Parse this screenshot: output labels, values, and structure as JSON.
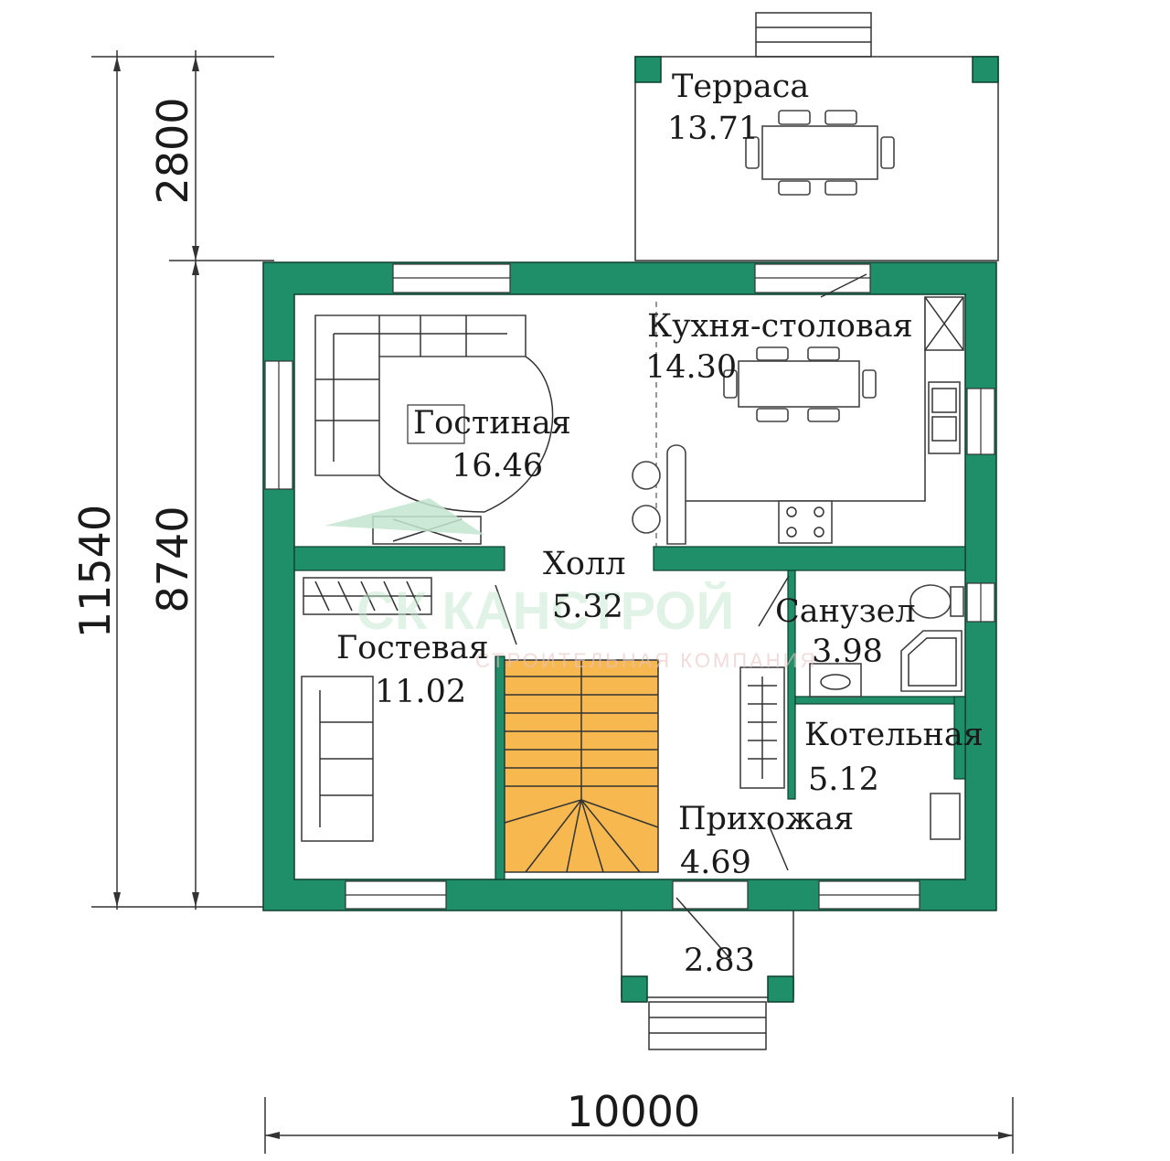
{
  "colors": {
    "wall": "#1f8f6a",
    "wall_outline": "#0d3d2e",
    "stair": "#f6b84f",
    "line": "#333333",
    "watermark_green": "#c3e6cf",
    "watermark_pink": "#e9c4c4"
  },
  "rooms": {
    "terrace": {
      "name": "Терраса",
      "area": "13.71"
    },
    "kitchen": {
      "name": "Кухня-столовая",
      "area": "14.30"
    },
    "living": {
      "name": "Гостиная",
      "area": "16.46"
    },
    "hall": {
      "name": "Холл",
      "area": "5.32"
    },
    "bathroom": {
      "name": "Санузел",
      "area": "3.98"
    },
    "guest": {
      "name": "Гостевая",
      "area": "11.02"
    },
    "boiler": {
      "name": "Котельная",
      "area": "5.12"
    },
    "entrance": {
      "name": "Прихожая",
      "area": "4.69"
    },
    "porch": {
      "area": "2.83"
    }
  },
  "dimensions": {
    "total_height": "11540",
    "house_height": "8740",
    "terrace_depth": "2800",
    "width": "10000"
  },
  "watermark": {
    "title": "СК КАНСТРОЙ",
    "subtitle": "СТРОИТЕЛЬНАЯ КОМПАНИЯ"
  }
}
